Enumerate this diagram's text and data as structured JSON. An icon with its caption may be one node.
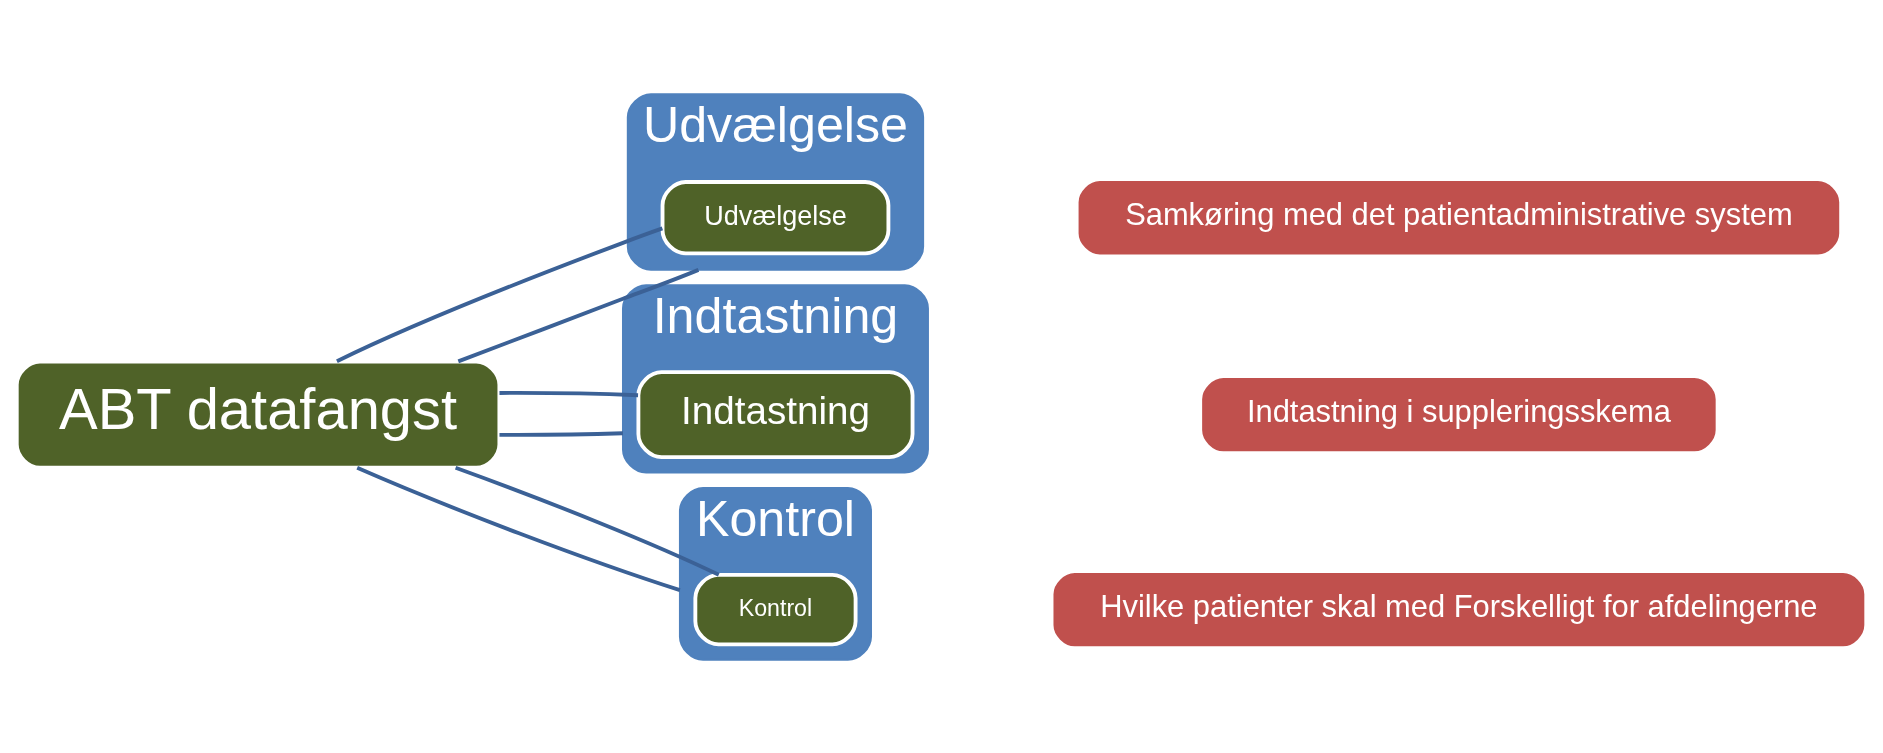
{
  "diagram": {
    "nodes": [
      {
        "text": [
          "ABT datafangst"
        ]
      },
      {
        "text": [
          "Udvælgelse"
        ]
      },
      {
        "text": [
          "Udvælgelse"
        ],
        "in": 1
      },
      {
        "text": [
          "Indtastning"
        ]
      },
      {
        "text": [
          "Indtastning"
        ],
        "in": 3
      },
      {
        "text": [
          "Kontrol"
        ]
      },
      {
        "text": [
          "Kontrol"
        ],
        "in": 5
      },
      {
        "text": [
          "Samkøring med det patientadministrative system"
        ]
      },
      {
        "text": [
          "Indtastning i suppleringsskema"
        ]
      },
      {
        "text": [
          "Hvilke patienter skal med Forskelligt for afdelingerne"
        ]
      }
    ],
    "edges": [
      {
        "from": 0,
        "to": 1,
        "arrow": "none"
      },
      {
        "from": 0,
        "to": 2,
        "arrow": "none"
      },
      {
        "from": 0,
        "to": 3,
        "arrow": "none"
      },
      {
        "from": 0,
        "to": 4,
        "arrow": "none"
      },
      {
        "from": 0,
        "to": 5,
        "arrow": "none"
      },
      {
        "from": 0,
        "to": 6,
        "arrow": "none"
      }
    ]
  }
}
